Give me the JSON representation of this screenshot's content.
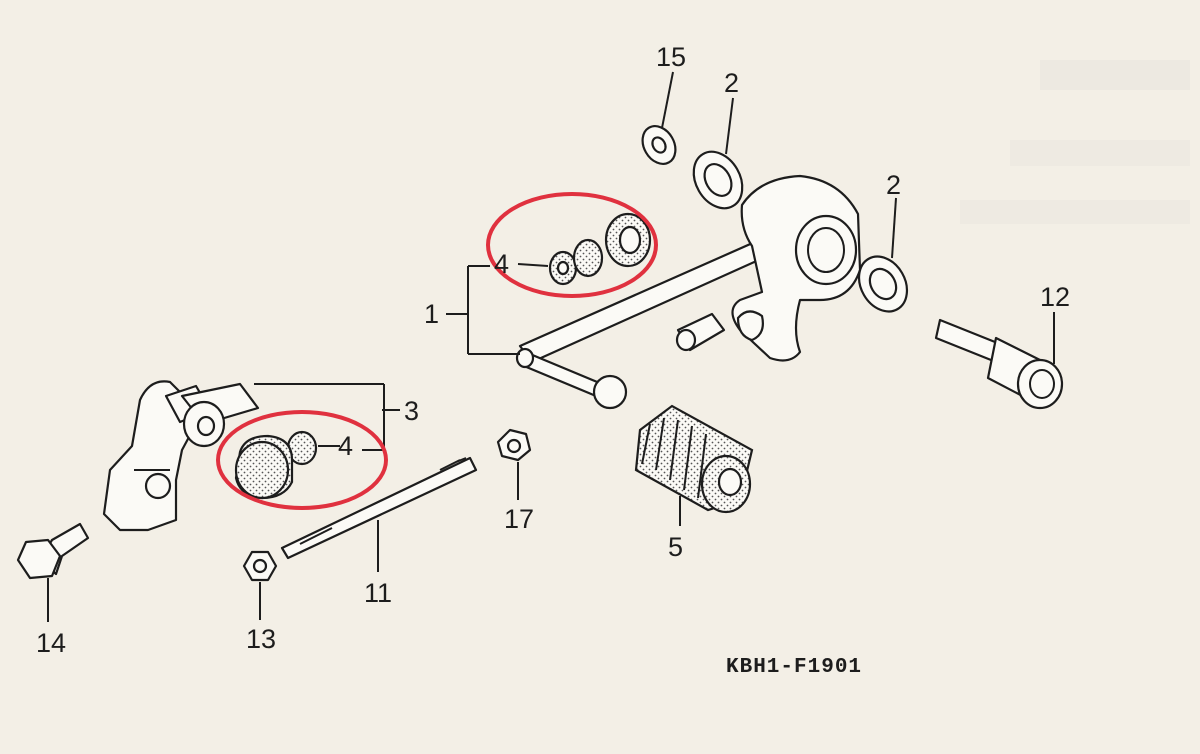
{
  "diagram": {
    "figure_code": "KBH1-F1901",
    "highlight_color": "#e0313f",
    "ink_color": "#1d1d1d",
    "paper_color": "#f3efe6",
    "callouts": [
      {
        "id": "1",
        "label": "1"
      },
      {
        "id": "2a",
        "label": "2"
      },
      {
        "id": "2b",
        "label": "2"
      },
      {
        "id": "3",
        "label": "3"
      },
      {
        "id": "4a",
        "label": "4"
      },
      {
        "id": "4b",
        "label": "4"
      },
      {
        "id": "5",
        "label": "5"
      },
      {
        "id": "11",
        "label": "11"
      },
      {
        "id": "12",
        "label": "12"
      },
      {
        "id": "13",
        "label": "13"
      },
      {
        "id": "14",
        "label": "14"
      },
      {
        "id": "15",
        "label": "15"
      },
      {
        "id": "17",
        "label": "17"
      }
    ],
    "highlighted_parts": [
      "4a",
      "4b"
    ]
  }
}
